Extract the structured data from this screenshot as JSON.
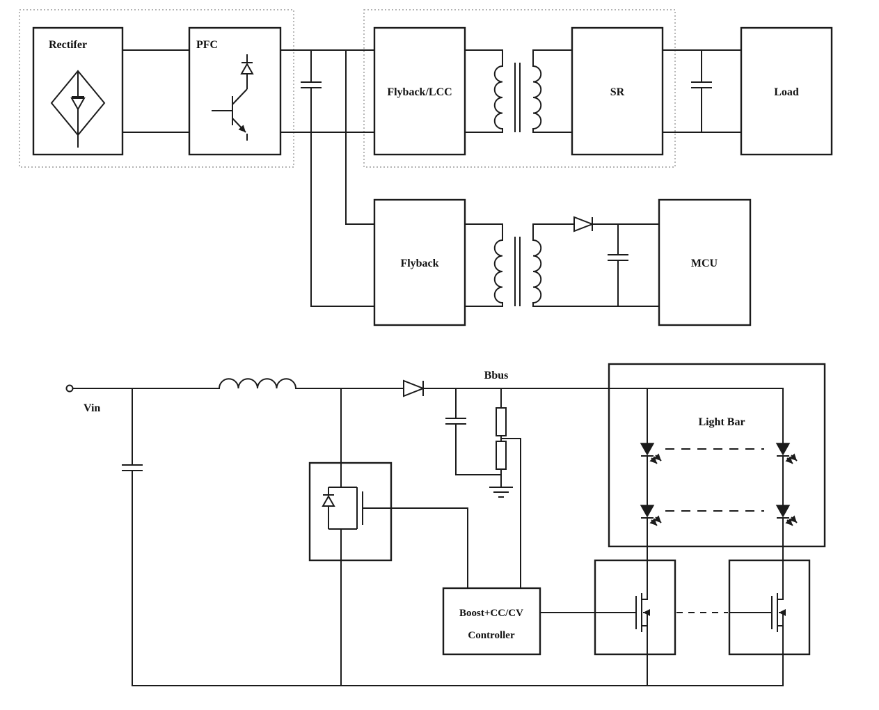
{
  "blocks": {
    "rectifier": "Rectifer",
    "pfc": "PFC",
    "flyback_lcc": "Flyback/LCC",
    "sr": "SR",
    "load": "Load",
    "flyback": "Flyback",
    "mcu": "MCU",
    "controller_line1": "Boost+CC/CV",
    "controller_line2": "Controller"
  },
  "labels": {
    "vin": "Vin",
    "bbus": "Bbus",
    "light_bar": "Light Bar"
  },
  "colors": {
    "line": "#1b1b1b",
    "background": "#ffffff"
  }
}
